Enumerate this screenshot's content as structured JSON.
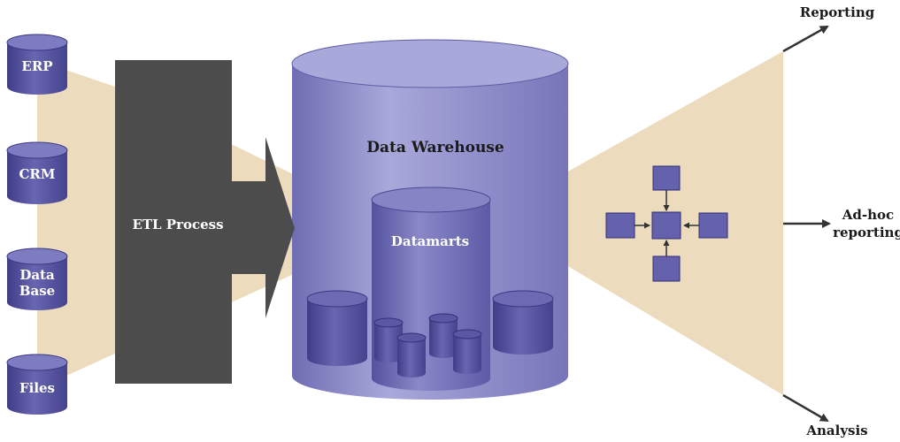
{
  "sources": [
    {
      "lines": [
        "ERP"
      ]
    },
    {
      "lines": [
        "CRM"
      ]
    },
    {
      "lines": [
        "Data",
        "Base"
      ]
    },
    {
      "lines": [
        "Files"
      ]
    }
  ],
  "etl": {
    "label": "ETL Process"
  },
  "warehouse": {
    "label": "Data Warehouse"
  },
  "datamarts": {
    "label": "Datamarts"
  },
  "outputs": {
    "reporting": "Reporting",
    "adhoc_line1": "Ad-hoc",
    "adhoc_line2": "reporting",
    "analysis": "Analysis"
  },
  "colors": {
    "funnel": "#ecdcbd",
    "etl_block": "#4c4c4c",
    "cylinder_body": "#8f8dc6",
    "cylinder_top": "#a5a4d6",
    "cylinder_dark": "#48468f",
    "box_fill": "#6462ad"
  }
}
